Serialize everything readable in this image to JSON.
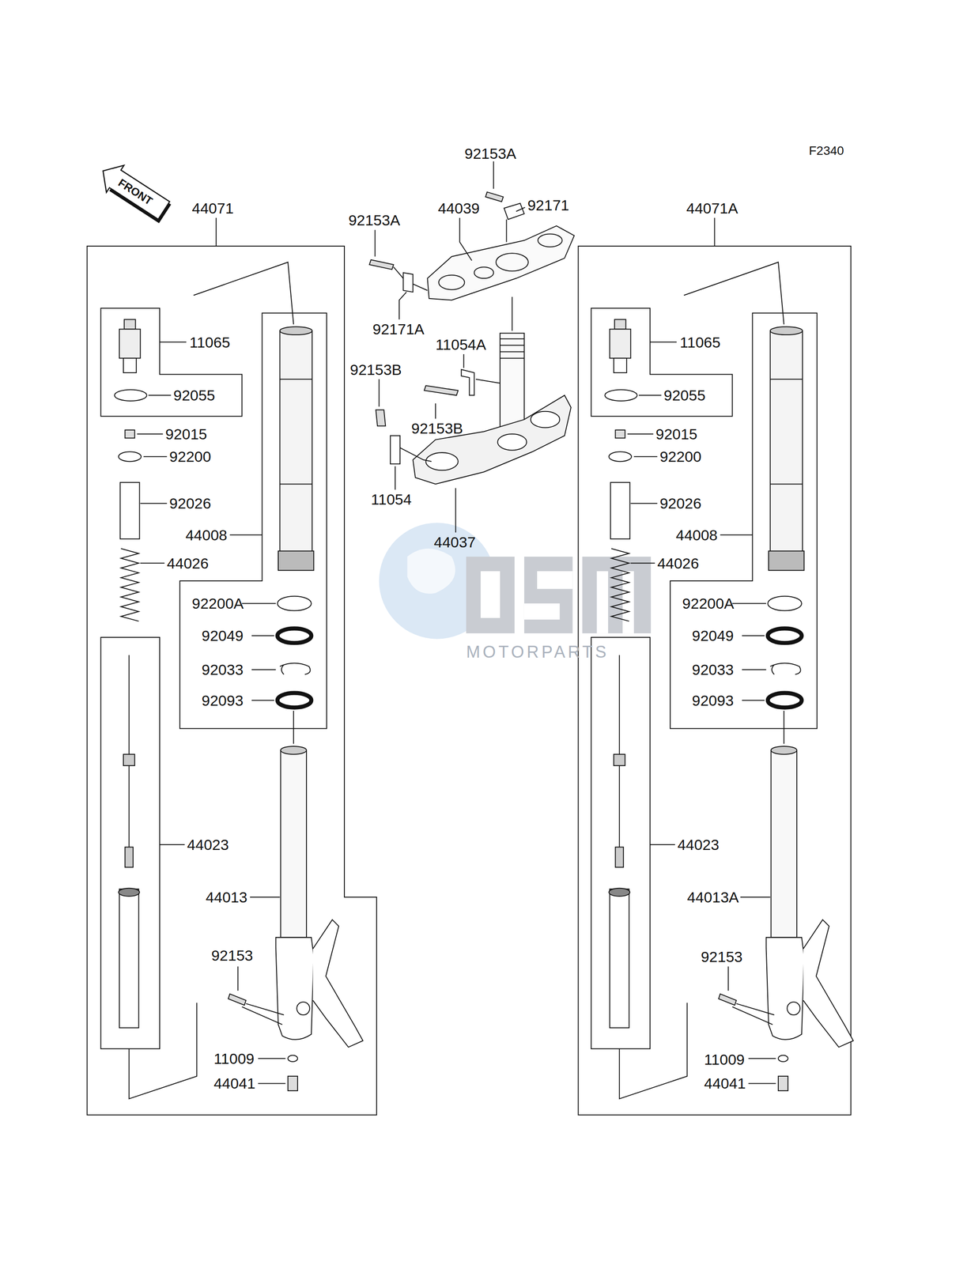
{
  "diagram": {
    "labels": [
      "F2340",
      "FRONT",
      "92153A",
      "92171",
      "44039",
      "92153A",
      "92171A",
      "11054A",
      "92153B",
      "92153B",
      "11054",
      "44037",
      "44071",
      "11065",
      "92055",
      "92015",
      "92200",
      "92026",
      "44008",
      "44026",
      "92200A",
      "92049",
      "92033",
      "92093",
      "44023",
      "44013",
      "92153",
      "11009",
      "44041",
      "44071A",
      "11065",
      "92055",
      "92015",
      "92200",
      "92026",
      "44008",
      "44026",
      "92200A",
      "92049",
      "92033",
      "92093",
      "44023",
      "44013A",
      "92153",
      "11009",
      "44041",
      "MOTORPARTS"
    ]
  }
}
